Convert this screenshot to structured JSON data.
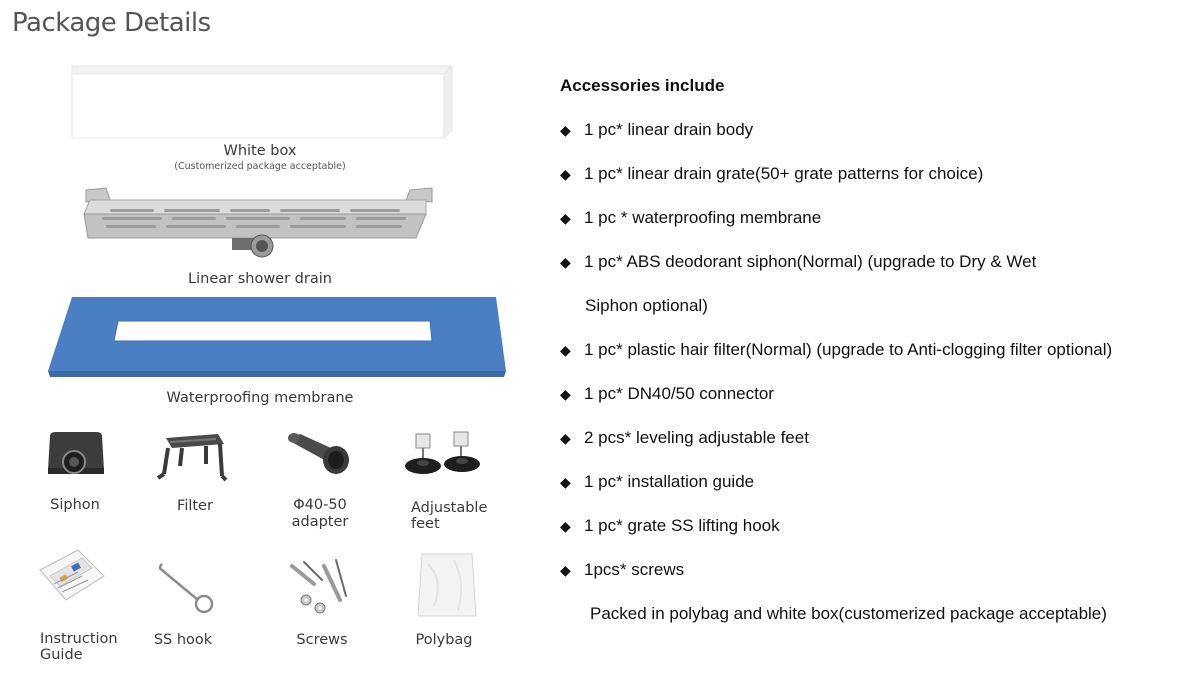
{
  "page_title": "Package Details",
  "left": {
    "white_box": {
      "label": "White box",
      "sublabel": "(Customerized package acceptable)"
    },
    "drain": {
      "label": "Linear shower drain"
    },
    "membrane": {
      "label": "Waterproofing membrane"
    },
    "items_row1": [
      {
        "label": "Siphon"
      },
      {
        "label": "Filter"
      },
      {
        "label_line1": "Φ40-50",
        "label_line2": "adapter"
      },
      {
        "label_line1": "Adjustable",
        "label_line2": "feet"
      }
    ],
    "items_row2": [
      {
        "label_line1": "Instruction",
        "label_line2": "Guide"
      },
      {
        "label": "SS hook"
      },
      {
        "label": "Screws"
      },
      {
        "label": "Polybag"
      }
    ]
  },
  "accessories": {
    "title": "Accessories include",
    "bullet": "◆",
    "items": [
      "1 pc* linear drain body",
      "1 pc* linear drain grate(50+ grate patterns for choice)",
      "1 pc * waterproofing membrane",
      "1 pc* ABS deodorant siphon(Normal) (upgrade to Dry & Wet",
      "1 pc* plastic hair filter(Normal) (upgrade to Anti-clogging filter optional)",
      "1 pc* DN40/50 connector",
      "2 pcs* leveling adjustable feet",
      "1 pc* installation guide",
      "1 pc* grate SS lifting hook",
      "1pcs* screws"
    ],
    "continuation": "Siphon optional)",
    "note": "Packed in polybag and white box(customerized package acceptable)"
  }
}
